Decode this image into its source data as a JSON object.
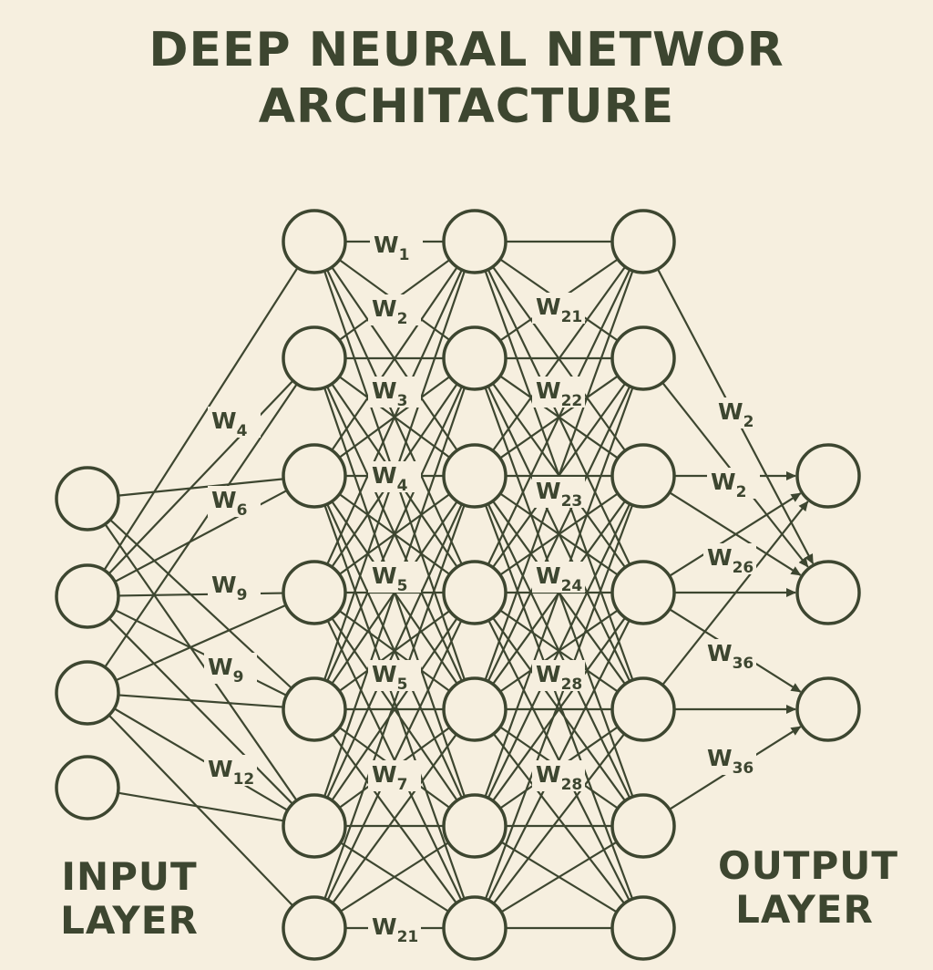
{
  "title": {
    "line1": "DEEP NEURAL NETWOR",
    "line2": "ARCHITACTURE"
  },
  "input_label": {
    "line1": "INPUT",
    "line2": "LAYER"
  },
  "output_label": {
    "line1": "OUTPUT",
    "line2": "LAYER"
  },
  "layers": [
    {
      "name": "input",
      "count": 4
    },
    {
      "name": "hidden-1",
      "count": 7
    },
    {
      "name": "hidden-2",
      "count": 7
    },
    {
      "name": "hidden-3",
      "count": 7
    },
    {
      "name": "output",
      "count": 3
    }
  ],
  "weight_labels": [
    {
      "base": "W",
      "sub": "1"
    },
    {
      "base": "W",
      "sub": "2"
    },
    {
      "base": "W",
      "sub": "3"
    },
    {
      "base": "W",
      "sub": "4"
    },
    {
      "base": "W",
      "sub": "5"
    },
    {
      "base": "W",
      "sub": "5"
    },
    {
      "base": "W",
      "sub": "7"
    },
    {
      "base": "W",
      "sub": "21"
    },
    {
      "base": "W",
      "sub": "21"
    },
    {
      "base": "W",
      "sub": "22"
    },
    {
      "base": "W",
      "sub": "23"
    },
    {
      "base": "W",
      "sub": "24"
    },
    {
      "base": "W",
      "sub": "28"
    },
    {
      "base": "W",
      "sub": "28"
    },
    {
      "base": "W",
      "sub": "4"
    },
    {
      "base": "W",
      "sub": "6"
    },
    {
      "base": "W",
      "sub": "9"
    },
    {
      "base": "W",
      "sub": "9"
    },
    {
      "base": "W",
      "sub": "12"
    },
    {
      "base": "W",
      "sub": "2"
    },
    {
      "base": "W",
      "sub": "2"
    },
    {
      "base": "W",
      "sub": "26"
    },
    {
      "base": "W",
      "sub": "36"
    },
    {
      "base": "W",
      "sub": "36"
    }
  ],
  "colors": {
    "ink": "#3d4630",
    "paper": "#f6efdf"
  }
}
